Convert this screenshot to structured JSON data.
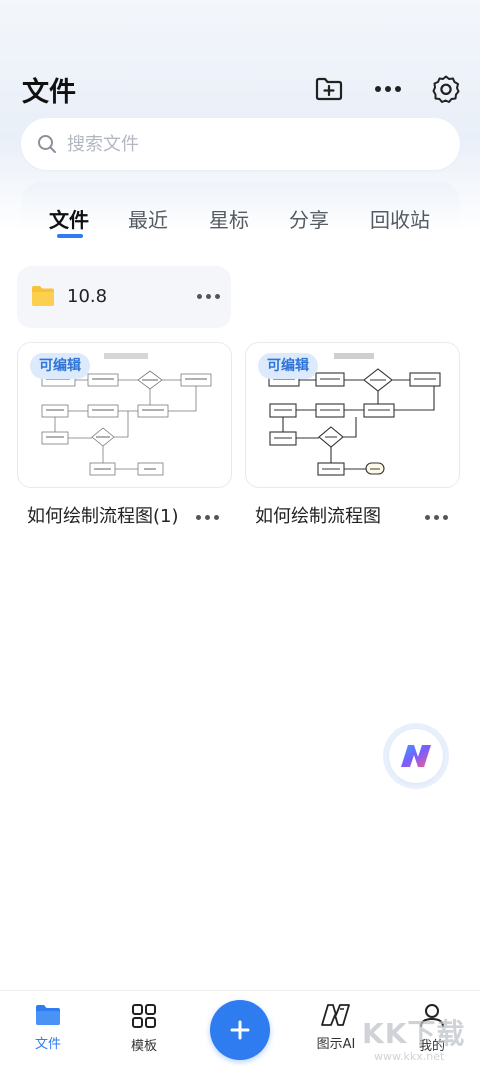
{
  "header": {
    "title": "文件",
    "icons": [
      "new-folder-icon",
      "more-icon",
      "settings-icon"
    ]
  },
  "search": {
    "placeholder": "搜索文件",
    "value": ""
  },
  "tabs": [
    {
      "label": "文件",
      "active": true
    },
    {
      "label": "最近",
      "active": false
    },
    {
      "label": "星标",
      "active": false
    },
    {
      "label": "分享",
      "active": false
    },
    {
      "label": "回收站",
      "active": false
    }
  ],
  "folders": [
    {
      "name": "10.8",
      "icon": "folder-icon"
    }
  ],
  "files": [
    {
      "name": "如何绘制流程图(1)",
      "badge": "可编辑"
    },
    {
      "name": "如何绘制流程图",
      "badge": "可编辑"
    }
  ],
  "bottom_nav": {
    "items": [
      {
        "label": "文件",
        "icon": "files-icon",
        "active": true
      },
      {
        "label": "模板",
        "icon": "templates-icon",
        "active": false
      },
      {
        "label": "图示AI",
        "icon": "ai-diagram-icon",
        "active": false
      },
      {
        "label": "我的",
        "icon": "profile-icon",
        "active": false
      }
    ],
    "add_icon": "plus-icon"
  },
  "watermark": {
    "text": "KK下载",
    "url": "www.kkx.net"
  },
  "colors": {
    "accent": "#2f7bf0",
    "badge_bg": "#dceafc",
    "badge_text": "#2e74d8",
    "folder": "#f7c236"
  }
}
